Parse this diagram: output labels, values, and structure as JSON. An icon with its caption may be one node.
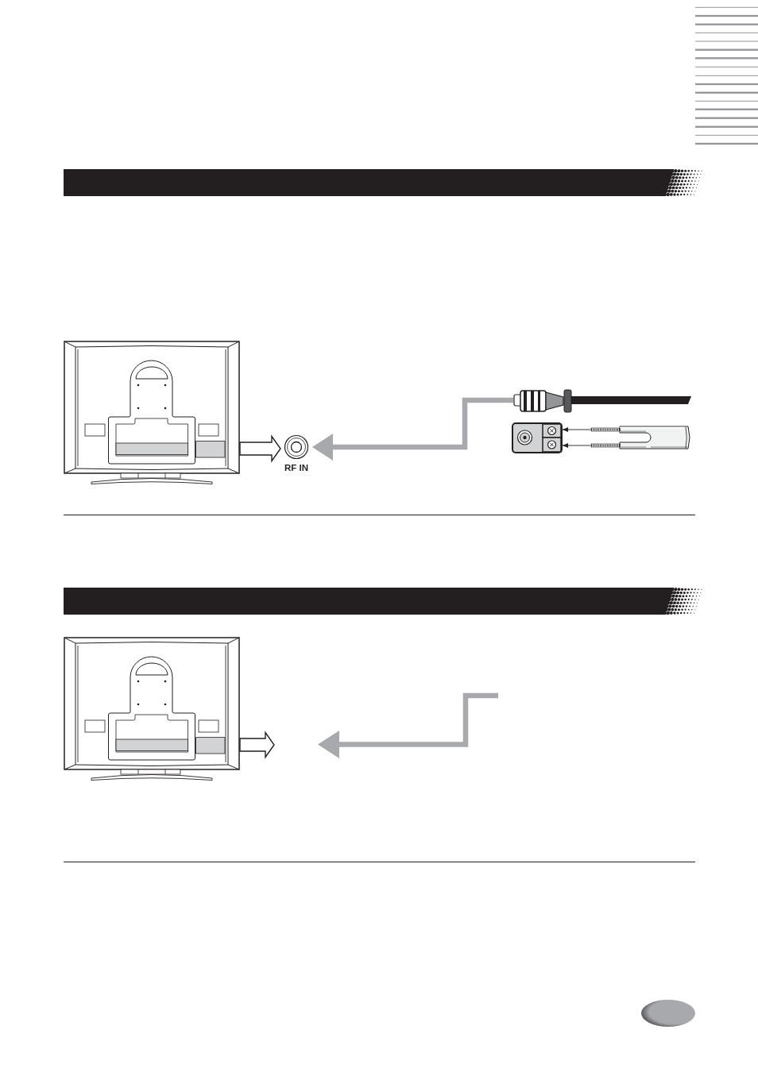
{
  "diagram": {
    "nodes": [
      {
        "text": [],
        "shape": "picture"
      },
      {
        "text": [
          "RF IN"
        ]
      },
      {
        "text": [],
        "shape": "picture"
      },
      {
        "text": [],
        "shape": "picture"
      },
      {
        "text": [],
        "shape": "picture"
      },
      {
        "text": [],
        "shape": "picture"
      }
    ],
    "edges": [
      {
        "from": 0,
        "to": 1,
        "arrow": "to"
      },
      {
        "from": 2,
        "to": 1,
        "arrow": "to",
        "style": "thick",
        "color": "#a7a9ac"
      },
      {
        "from": 4,
        "to": 3,
        "arrow": "to"
      },
      {
        "from": 4,
        "to": 3,
        "arrow": "to"
      },
      {
        "from": 5,
        "to": null,
        "arrow": "to"
      }
    ]
  }
}
